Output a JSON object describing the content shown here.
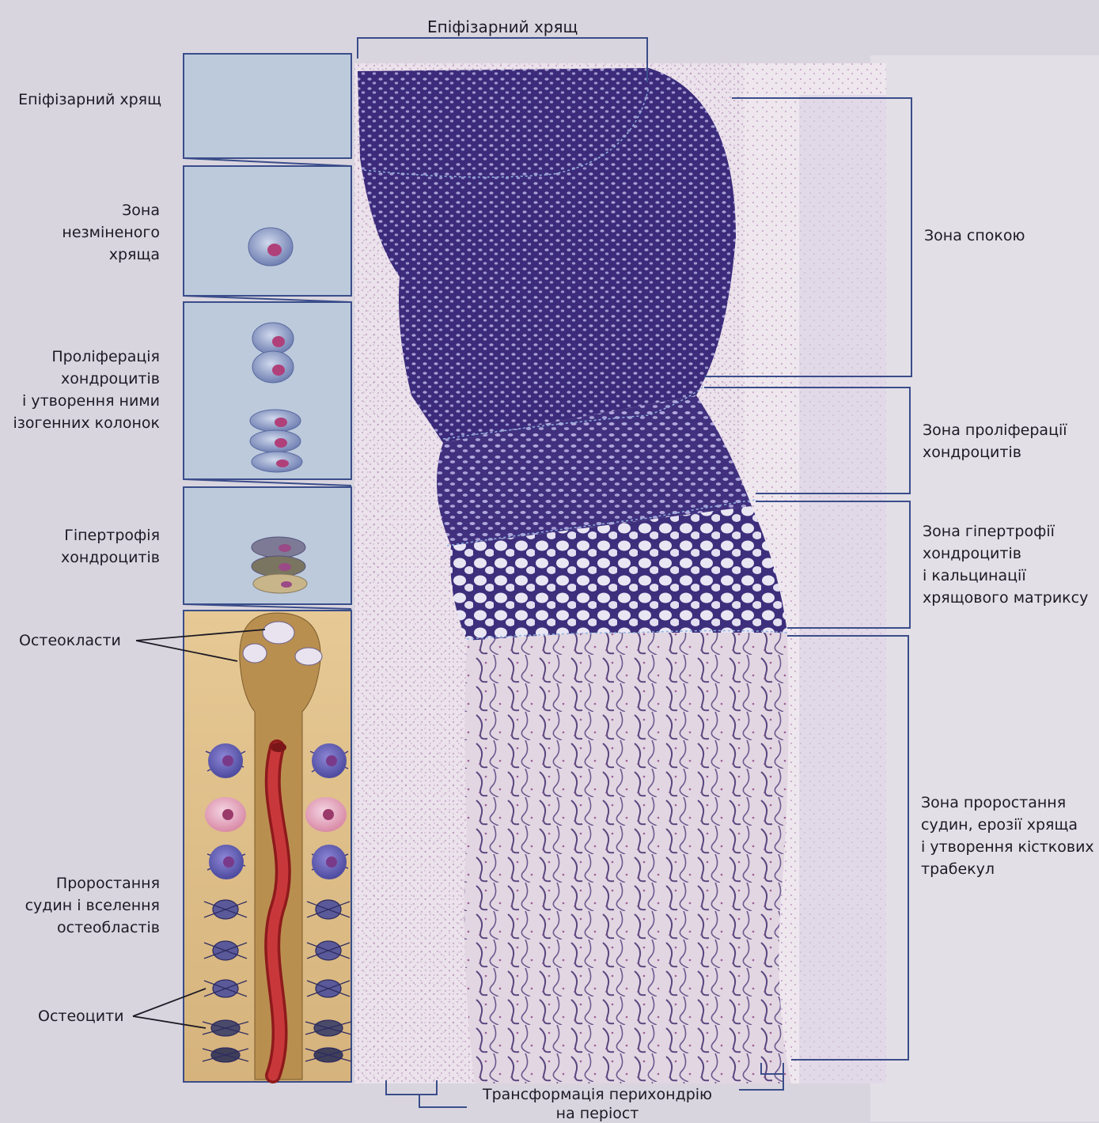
{
  "top_label": "Епіфізарний хрящ",
  "left_labels": {
    "epiphyseal": [
      "Епіфізарний хрящ"
    ],
    "unchanged": [
      "Зона",
      "незміненого",
      "хряща"
    ],
    "proliferation": [
      "Проліферація",
      "хондроцитів",
      "і утворення ними",
      "ізогенних колонок"
    ],
    "hypertrophy": [
      "Гіпертрофія",
      "хондроцитів"
    ],
    "osteoclasts": [
      "Остеокласти"
    ],
    "vessels": [
      "Проростання",
      "судин і вселення",
      "остеобластів"
    ],
    "osteocytes": [
      "Остеоцити"
    ]
  },
  "right_labels": {
    "rest": [
      "Зона спокою"
    ],
    "proliferation": [
      "Зона проліферації",
      "хондроцитів"
    ],
    "hypertrophy": [
      "Зона гіпертрофії",
      "хондроцитів",
      "і кальцинації",
      "хрящового матриксу"
    ],
    "ossification": [
      "Зона проростання",
      "судин, ерозії хряща",
      "і утворення кісткових",
      "трабекул"
    ]
  },
  "bottom_label": [
    "Трансформація перихондрію",
    "на періост"
  ],
  "colors": {
    "cartilage_dark": "#3a2a78",
    "cartilage_light": "#c9c2e2",
    "tissue_pink": "#c8a8c8",
    "panel_blue": "#b9c8dc",
    "panel_tan": "#d7b47a",
    "vessel_red": "#b5282a",
    "frame_line": "#3a4d8a"
  }
}
